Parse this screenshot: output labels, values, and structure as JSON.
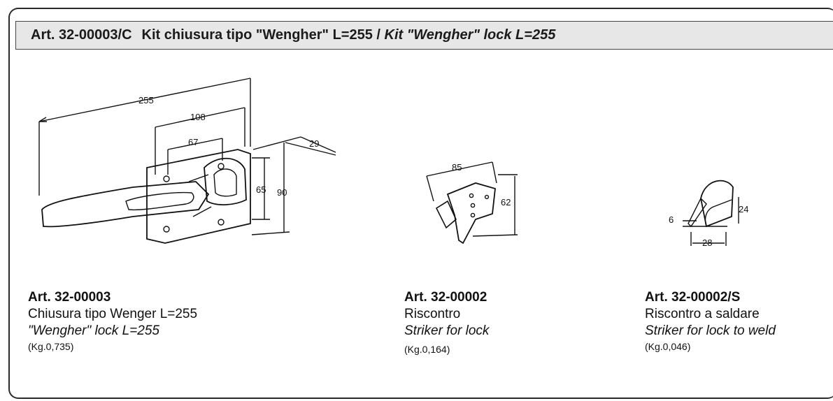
{
  "header": {
    "code": "Art. 32-00003/C",
    "title_it": "Kit chiusura tipo \"Wengher\" L=255",
    "separator": "/",
    "title_en": "Kit \"Wengher\" lock L=255"
  },
  "products": [
    {
      "code": "Art. 32-00003",
      "name_it": "Chiusura tipo Wenger L=255",
      "name_en": "\"Wengher\" lock L=255",
      "weight": "(Kg.0,735)",
      "drawing_icon": "wengher-lock-drawing",
      "dimensions": [
        "255",
        "108",
        "67",
        "29",
        "65",
        "90"
      ]
    },
    {
      "code": "Art. 32-00002",
      "name_it": "Riscontro",
      "name_en": "Striker for lock",
      "weight": "(Kg.0,164)",
      "drawing_icon": "striker-drawing",
      "dimensions": [
        "85",
        "62"
      ]
    },
    {
      "code": "Art. 32-00002/S",
      "name_it": "Riscontro a saldare",
      "name_en": "Striker for lock to weld",
      "weight": "(Kg.0,046)",
      "drawing_icon": "weld-striker-drawing",
      "dimensions": [
        "6",
        "24",
        "28"
      ]
    }
  ]
}
